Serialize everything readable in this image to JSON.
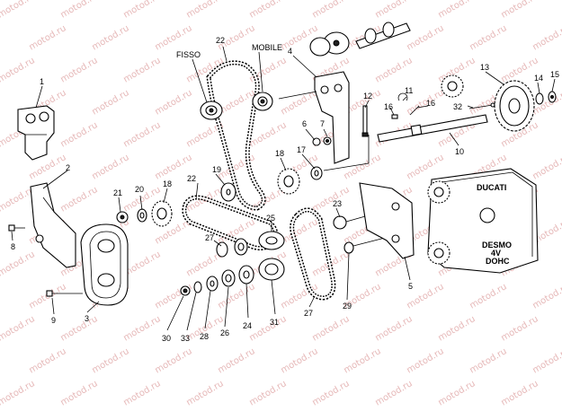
{
  "watermark": "motod.ru",
  "labels": {
    "fisso": "FISSO",
    "mobile": "MOBILE",
    "cover_text1": "DUCATI",
    "cover_text2": "DESMO",
    "cover_text3": "4V",
    "cover_text4": "DOHC"
  },
  "callouts": [
    "1",
    "2",
    "3",
    "4",
    "5",
    "6",
    "7",
    "8",
    "9",
    "10",
    "11",
    "12",
    "13",
    "14",
    "15",
    "16",
    "16",
    "17",
    "18",
    "18",
    "19",
    "20",
    "21",
    "22",
    "22",
    "23",
    "24",
    "25",
    "26",
    "27",
    "27",
    "28",
    "29",
    "30",
    "31",
    "32",
    "33"
  ]
}
